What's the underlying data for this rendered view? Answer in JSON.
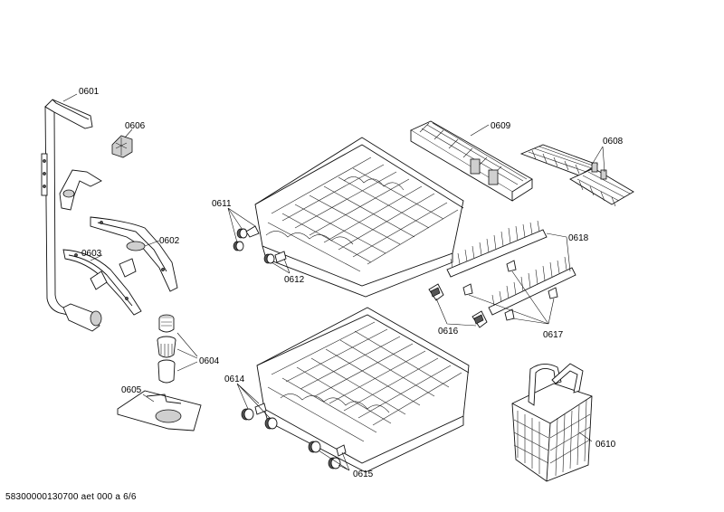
{
  "labels": {
    "p0601": "0601",
    "p0602": "0602",
    "p0603": "0603",
    "p0604": "0604",
    "p0605": "0605",
    "p0606": "0606",
    "p0608": "0608",
    "p0609": "0609",
    "p0610": "0610",
    "p0611": "0611",
    "p0612": "0612",
    "p0614": "0614",
    "p0615": "0615",
    "p0616": "0616",
    "p0617": "0617",
    "p0618": "0618"
  },
  "footer": "58300000130700 aet 000 a 6/6"
}
